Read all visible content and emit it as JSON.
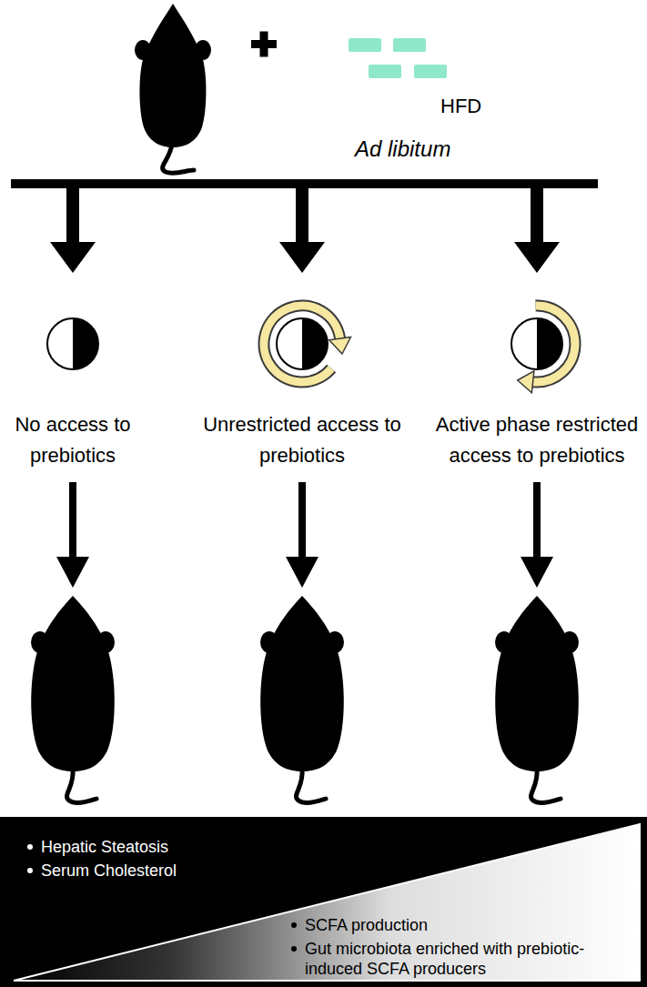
{
  "diagram": {
    "nodes": [
      {
        "text": [
          "No access to prebiotics"
        ]
      },
      {
        "text": [
          "Unrestricted access to prebiotics"
        ]
      },
      {
        "text": [
          "Active phase restricted access to prebiotics"
        ]
      },
      {
        "text": [
          "Hepatic Steatosis",
          "Serum Cholesterol",
          "SCFA production",
          "Gut microbiota enriched with prebiotic-induced SCFA producers"
        ]
      }
    ],
    "labels": [
      "HFD",
      "Ad libitum"
    ]
  }
}
